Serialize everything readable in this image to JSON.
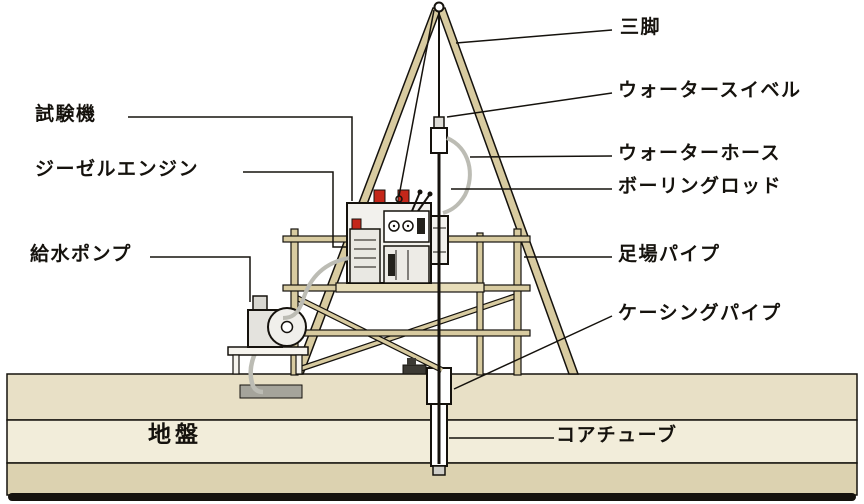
{
  "labels": {
    "tripod": "三脚",
    "water_swivel": "ウォータースイベル",
    "water_hose": "ウォーターホース",
    "boring_rod": "ボーリングロッド",
    "scaffold_pipe": "足場パイプ",
    "casing_pipe": "ケーシングパイプ",
    "core_tube": "コアチューブ",
    "test_machine": "試験機",
    "diesel_engine": "ジーゼルエンジン",
    "water_pump": "給水ポンプ",
    "ground": "地盤"
  },
  "colors": {
    "outline": "#15120d",
    "wood": "#d8cba0",
    "ground_top": "#e8e0c6",
    "ground_mid": "#f2edda",
    "ground_bottom": "#dcd2b0",
    "machine_body": "#f2f1ed",
    "accent_red": "#c4271a",
    "hose": "#bcbcb4",
    "metal": "#e4e3de",
    "slab_gray": "#a5a49b"
  }
}
